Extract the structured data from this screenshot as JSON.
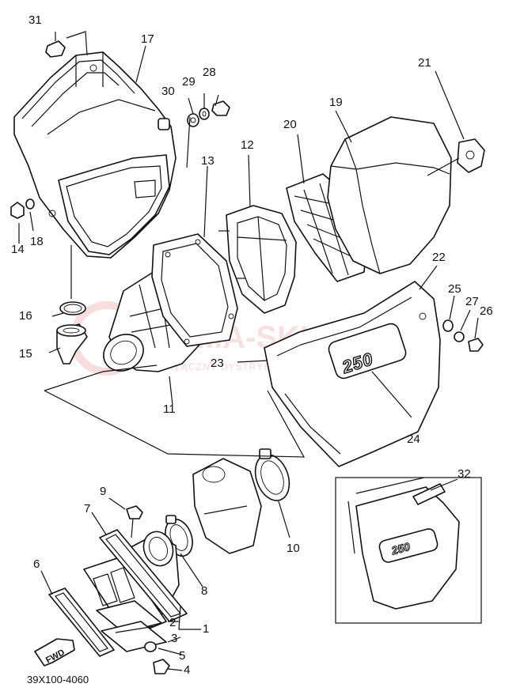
{
  "diagram": {
    "part_numbers": [
      "1",
      "2",
      "3",
      "4",
      "5",
      "6",
      "7",
      "8",
      "9",
      "10",
      "11",
      "12",
      "13",
      "14",
      "15",
      "16",
      "17",
      "18",
      "19",
      "20",
      "21",
      "22",
      "23",
      "24",
      "25",
      "26",
      "27",
      "28",
      "29",
      "30",
      "31",
      "32"
    ],
    "drawing_code": "39X100-4060",
    "fwd_label": "FWD",
    "badge_text": "250",
    "watermark": {
      "brand": "KAMA-SKLEP.PL",
      "tagline": "WYŁĄCZNY DYSTRYBUTOR YAMAHA"
    },
    "colors": {
      "line": "#111111",
      "background": "#ffffff",
      "watermark": "#f2c7c7"
    }
  }
}
